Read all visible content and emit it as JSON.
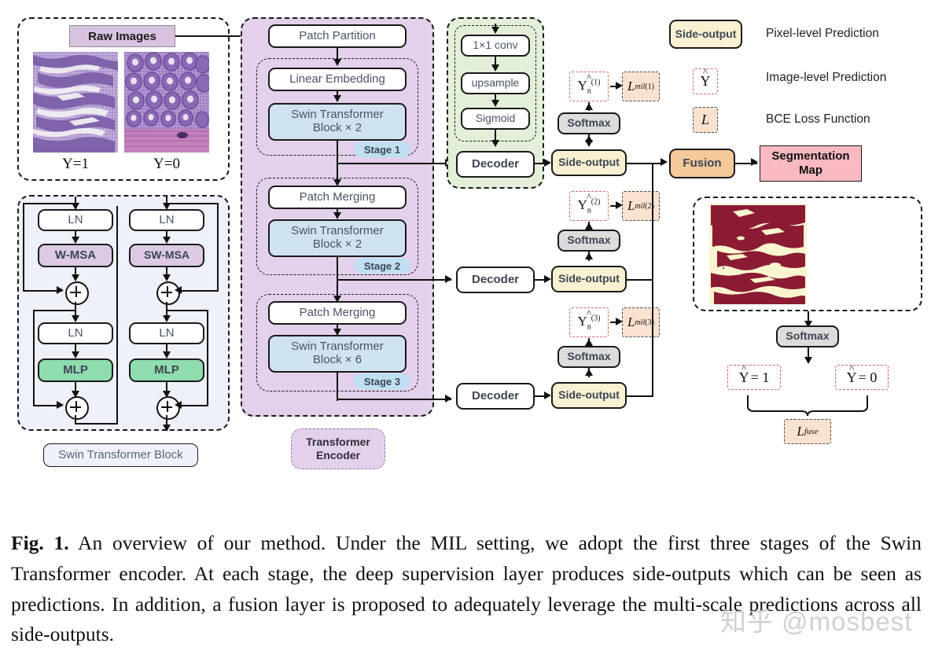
{
  "figure": {
    "raw_images": {
      "title": "Raw Images",
      "label_left": "Y=1",
      "label_right": "Y=0"
    },
    "swin_block": {
      "caption": "Swin Transformer Block",
      "left_col": {
        "ln1": "LN",
        "attn": "W-MSA",
        "ln2": "LN",
        "mlp": "MLP"
      },
      "right_col": {
        "ln1": "LN",
        "attn": "SW-MSA",
        "ln2": "LN",
        "mlp": "MLP"
      }
    },
    "encoder": {
      "caption": "Transformer Encoder",
      "patch_partition": "Patch Partition",
      "stages": [
        {
          "op": "Linear Embedding",
          "block": "Swin Transformer\nBlock × 2",
          "badge": "Stage 1"
        },
        {
          "op": "Patch Merging",
          "block": "Swin Transformer\nBlock × 2",
          "badge": "Stage 2"
        },
        {
          "op": "Patch Merging",
          "block": "Swin Transformer\nBlock × 6",
          "badge": "Stage 3"
        }
      ]
    },
    "decoder_detail": {
      "conv": "1×1 conv",
      "upsample": "upsample",
      "sigmoid": "Sigmoid",
      "decoder": "Decoder"
    },
    "decoders": [
      "Decoder",
      "Decoder",
      "Decoder"
    ],
    "side_outputs": [
      "Side-output",
      "Side-output",
      "Side-output"
    ],
    "softmax_label": "Softmax",
    "branches": [
      {
        "pred": "Y",
        "pred_sub": "n",
        "pred_sup": "(1)",
        "loss": "L",
        "loss_sub": "mil",
        "loss_sup": "(1)"
      },
      {
        "pred": "Y",
        "pred_sub": "n",
        "pred_sup": "(2)",
        "loss": "L",
        "loss_sub": "mil",
        "loss_sup": "(2)"
      },
      {
        "pred": "Y",
        "pred_sub": "n",
        "pred_sup": "(3)",
        "loss": "L",
        "loss_sub": "mil",
        "loss_sup": "(3)"
      }
    ],
    "fusion": "Fusion",
    "segmentation_map": "Segmentation\nMap",
    "final": {
      "softmax": "Softmax",
      "pred_pos": "= 1",
      "pred_neg": "= 0",
      "pred_symbol": "Y",
      "loss": "L",
      "loss_sub": "fuse"
    },
    "legend": [
      {
        "swatch": "side-output",
        "box_label": "Side-output",
        "text": "Pixel-level Prediction"
      },
      {
        "swatch": "image-pred",
        "box_label": "Y",
        "text": "Image-level Prediction"
      },
      {
        "swatch": "bce-loss",
        "box_label": "L",
        "text": "BCE Loss Function"
      }
    ],
    "colors": {
      "raw_images_header": "#d9c2e0",
      "encoder_panel": "#e3d0ea",
      "swin_panel": "#eef1fa",
      "decoder_panel": "#e3efd8",
      "swin_block_fill": "#cfe2f0",
      "stage_badge": "#bfe0f2",
      "attn_fill": "#ddc9e3",
      "mlp_fill": "#8fdcae",
      "side_output_fill": "#faf0d2",
      "softmax_fill": "#dcdcdc",
      "fusion_fill": "#f5c99a",
      "segmentation_fill": "#f8b9c0",
      "loss_fill": "#fae2d0",
      "mask_foreground": "#8b1a33",
      "mask_background": "#faf5ce",
      "pred_border": "#d4616a"
    }
  },
  "caption": {
    "prefix": "Fig. 1.",
    "text": " An overview of our method. Under the MIL setting, we adopt the first three stages of the Swin Transformer encoder. At each stage, the deep supervision layer produces side-outputs which can be seen as predictions. In addition, a fusion layer is proposed to adequately leverage the multi-scale predictions across all side-outputs."
  },
  "watermark": "知乎 @mosbest"
}
